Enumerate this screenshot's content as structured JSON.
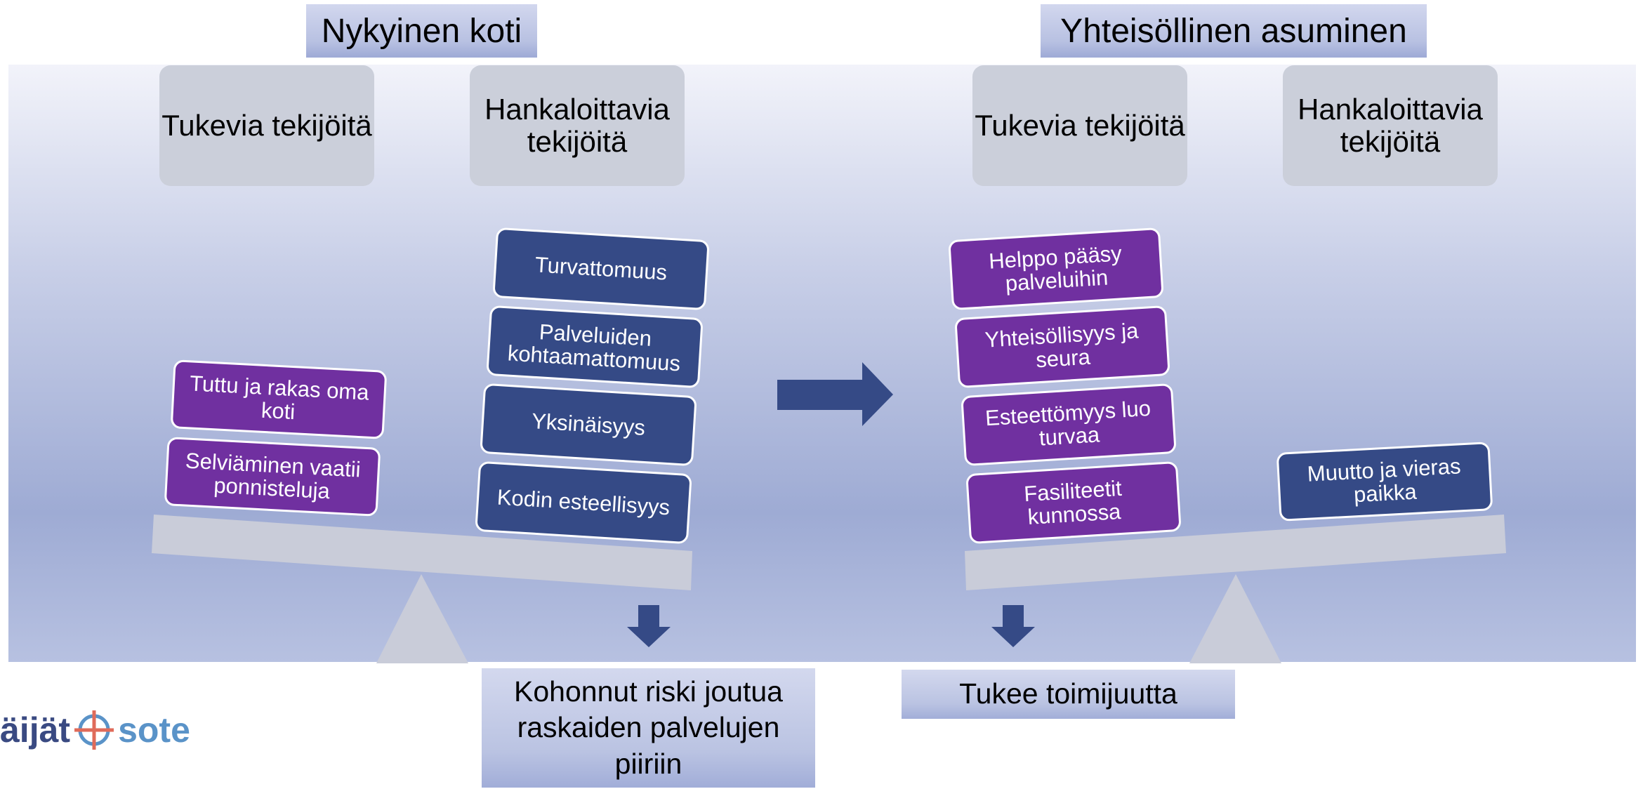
{
  "left_panel": {
    "title": "Nykyinen koti",
    "supporting_header": "Tukevia tekijöitä",
    "hindering_header": "Hankaloittavia tekijöitä",
    "supporting_items": [
      "Tuttu ja rakas oma koti",
      "Selviäminen vaatii ponnisteluja"
    ],
    "hindering_items": [
      "Turvattomuus",
      "Palveluiden kohtaamattomuus",
      "Yksinäisyys",
      "Kodin esteellisyys"
    ],
    "outcome": "Kohonnut riski joutua raskaiden palvelujen piiriin"
  },
  "right_panel": {
    "title": "Yhteisöllinen asuminen",
    "supporting_header": "Tukevia tekijöitä",
    "hindering_header": "Hankaloittavia tekijöitä",
    "supporting_items": [
      "Helppo pääsy palveluihin",
      "Yhteisöllisyys ja seura",
      "Esteettömyys luo turvaa",
      "Fasiliteetit kunnossa"
    ],
    "hindering_items": [
      "Muutto ja vieras paikka"
    ],
    "outcome": "Tukee toimijuutta"
  },
  "logo": {
    "part1": "äijät",
    "part2": "sote"
  },
  "colors": {
    "purple_block": "#7030a0",
    "navy_block": "#354a86",
    "arrow": "#354a86",
    "header_box": "#cbcfda",
    "seesaw": "#c9ccd9"
  }
}
